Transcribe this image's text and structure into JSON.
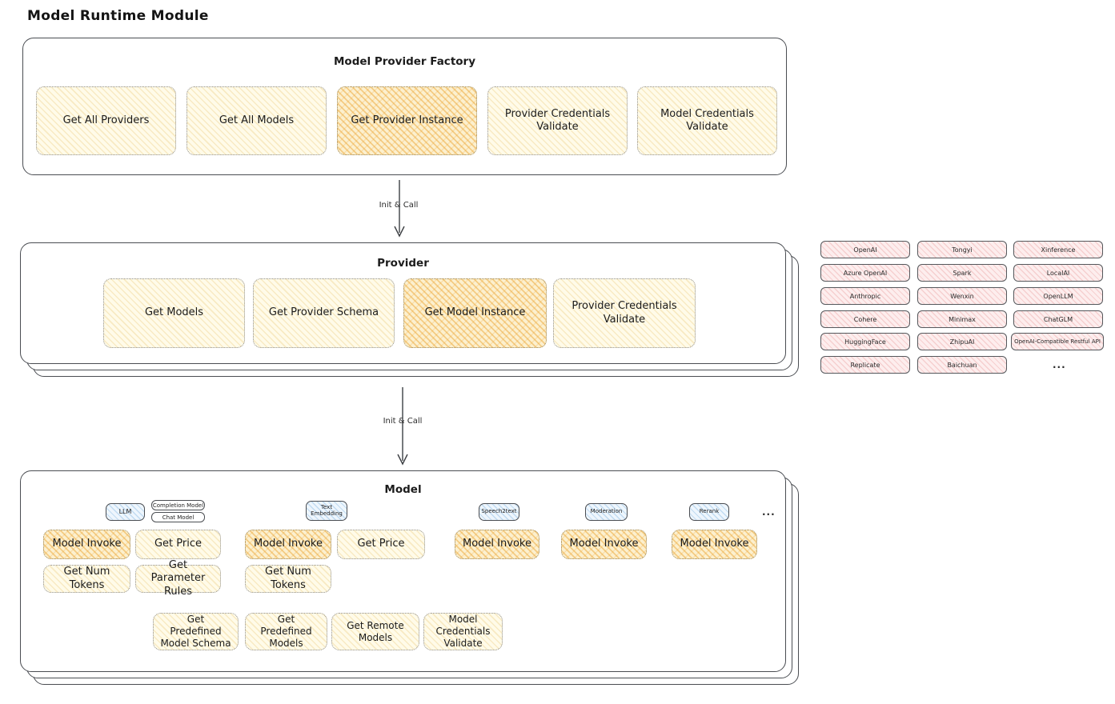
{
  "page_title": "Model Runtime Module",
  "colors": {
    "highlight": "#f3b34c",
    "button_fill": "#fdf6d8",
    "tab_fill": "#d9ecfa",
    "provider_fill": "#fbe9e7",
    "line": "#4a4d52"
  },
  "factory": {
    "title": "Model Provider Factory",
    "buttons": [
      {
        "label": "Get All Providers",
        "highlight": false
      },
      {
        "label": "Get All Models",
        "highlight": false
      },
      {
        "label": "Get Provider Instance",
        "highlight": true
      },
      {
        "label": "Provider Credentials Validate",
        "highlight": false
      },
      {
        "label": "Model Credentials Validate",
        "highlight": false
      }
    ]
  },
  "arrow1": {
    "label": "Init & Call"
  },
  "provider": {
    "title": "Provider",
    "buttons": [
      {
        "label": "Get Models",
        "highlight": false
      },
      {
        "label": "Get Provider Schema",
        "highlight": false
      },
      {
        "label": "Get Model Instance",
        "highlight": true
      },
      {
        "label": "Provider Credentials Validate",
        "highlight": false
      }
    ]
  },
  "providers": {
    "columns": [
      [
        "OpenAI",
        "Azure OpenAI",
        "Anthropic",
        "Cohere",
        "HuggingFace",
        "Replicate"
      ],
      [
        "Tongyi",
        "Spark",
        "Wenxin",
        "Minimax",
        "ZhipuAI",
        "Baichuan"
      ],
      [
        "Xinference",
        "LocalAI",
        "OpenLLM",
        "ChatGLM",
        "OpenAI-Compatible Restful API"
      ]
    ],
    "more_label": "..."
  },
  "arrow2": {
    "label": "Init & Call"
  },
  "model": {
    "title": "Model",
    "groups": [
      {
        "tab": "LLM",
        "badges": [
          "Completion Model",
          "Chat Model"
        ],
        "buttons": [
          {
            "label": "Model Invoke",
            "highlight": true
          },
          {
            "label": "Get Price",
            "highlight": false
          },
          {
            "label": "Get Num Tokens",
            "highlight": false
          },
          {
            "label": "Get Parameter Rules",
            "highlight": false
          }
        ]
      },
      {
        "tab": "Text Embedding",
        "buttons": [
          {
            "label": "Model Invoke",
            "highlight": true
          },
          {
            "label": "Get Price",
            "highlight": false
          },
          {
            "label": "Get Num Tokens",
            "highlight": false
          }
        ]
      },
      {
        "tab": "Speech2text",
        "buttons": [
          {
            "label": "Model Invoke",
            "highlight": true
          }
        ]
      },
      {
        "tab": "Moderation",
        "buttons": [
          {
            "label": "Model Invoke",
            "highlight": true
          }
        ]
      },
      {
        "tab": "Rerank",
        "buttons": [
          {
            "label": "Model Invoke",
            "highlight": true
          }
        ]
      }
    ],
    "more_label": "...",
    "shared_buttons": [
      {
        "label": "Get Predefined Model Schema"
      },
      {
        "label": "Get Predefined Models"
      },
      {
        "label": "Get Remote Models"
      },
      {
        "label": "Model Credentials Validate"
      }
    ]
  }
}
